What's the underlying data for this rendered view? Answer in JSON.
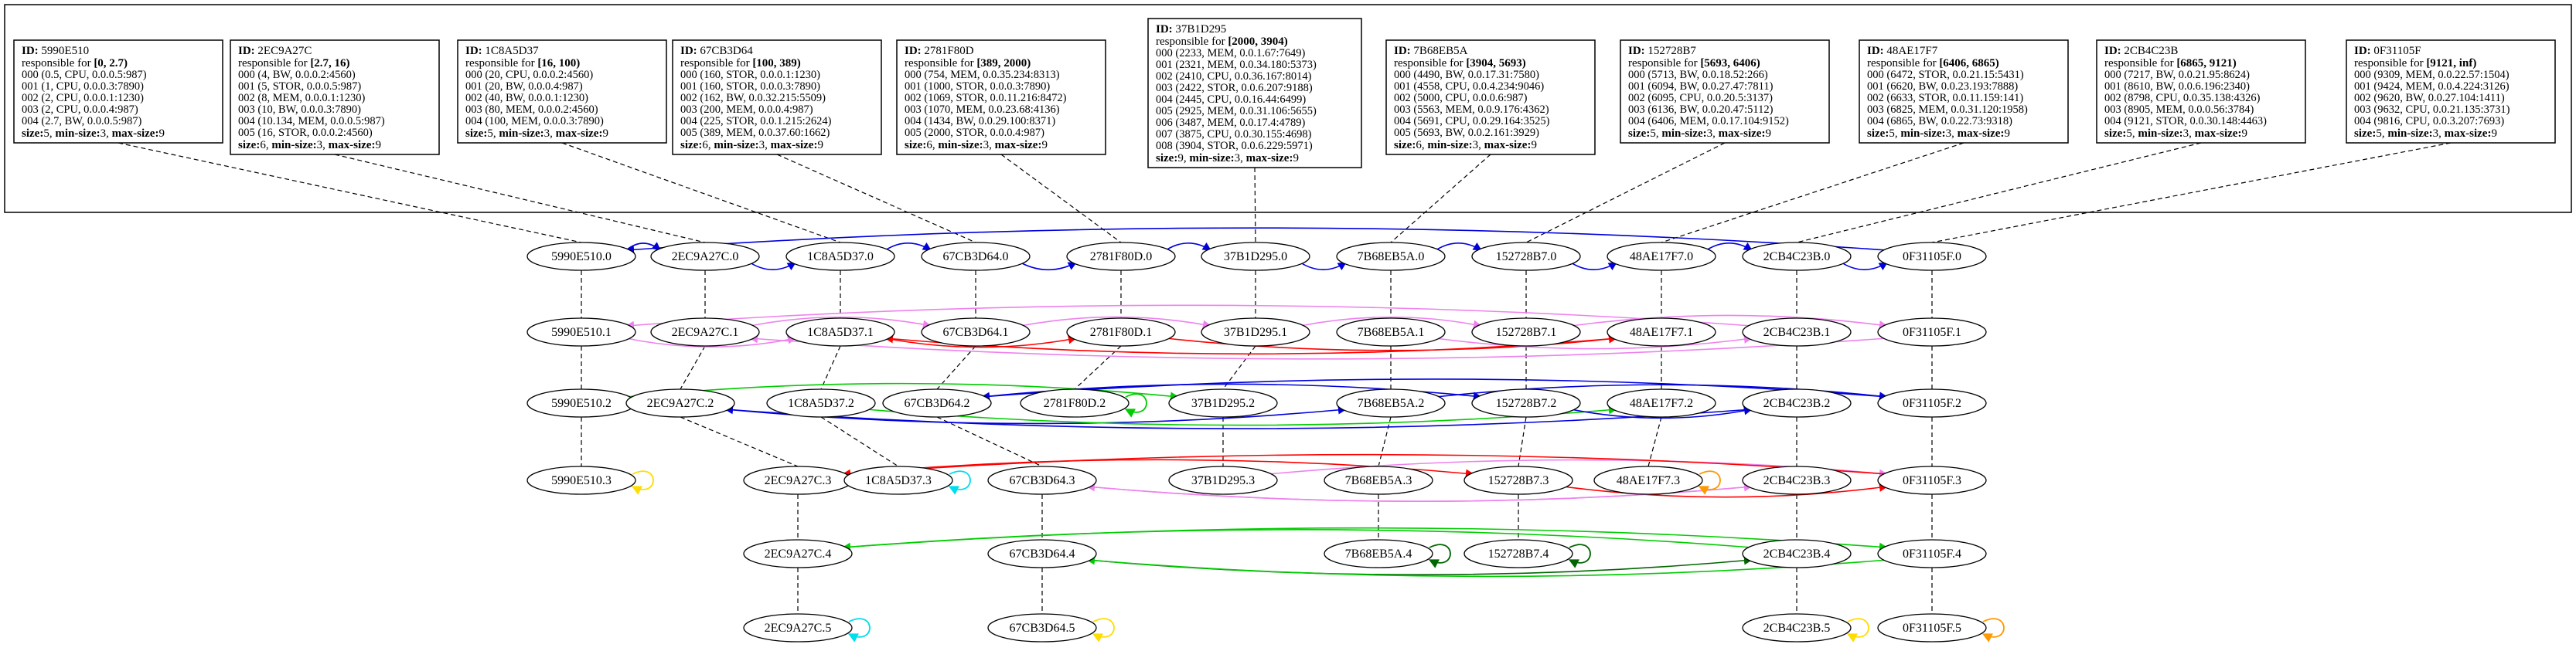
{
  "diagram": {
    "summaries": [
      {
        "key": "5990E510",
        "id": "5990E510",
        "range": "[0, 2.7)",
        "entries": [
          "000 (0.5, CPU, 0.0.0.5:987)",
          "001 (1, CPU, 0.0.0.3:7890)",
          "002 (2, CPU, 0.0.0.1:1230)",
          "003 (2, CPU, 0.0.0.4:987)",
          "004 (2.7, BW, 0.0.0.5:987)"
        ],
        "size": "5",
        "min": "3",
        "max": "9"
      },
      {
        "key": "2EC9A27C",
        "id": "2EC9A27C",
        "range": "[2.7, 16)",
        "entries": [
          "000 (4, BW, 0.0.0.2:4560)",
          "001 (5, STOR, 0.0.0.5:987)",
          "002 (8, MEM, 0.0.0.1:1230)",
          "003 (10, BW, 0.0.0.3:7890)",
          "004 (10.134, MEM, 0.0.0.5:987)",
          "005 (16, STOR, 0.0.0.2:4560)"
        ],
        "size": "6",
        "min": "3",
        "max": "9"
      },
      {
        "key": "1C8A5D37",
        "id": "1C8A5D37",
        "range": "[16, 100)",
        "entries": [
          "000 (20, CPU, 0.0.0.2:4560)",
          "001 (20, BW, 0.0.0.4:987)",
          "002 (40, BW, 0.0.0.1:1230)",
          "003 (80, MEM, 0.0.0.2:4560)",
          "004 (100, MEM, 0.0.0.3:7890)"
        ],
        "size": "5",
        "min": "3",
        "max": "9"
      },
      {
        "key": "67CB3D64",
        "id": "67CB3D64",
        "range": "[100, 389)",
        "entries": [
          "000 (160, STOR, 0.0.0.1:1230)",
          "001 (160, STOR, 0.0.0.3:7890)",
          "002 (162, BW, 0.0.32.215:5509)",
          "003 (200, MEM, 0.0.0.4:987)",
          "004 (225, STOR, 0.0.1.215:2624)",
          "005 (389, MEM, 0.0.37.60:1662)"
        ],
        "size": "6",
        "min": "3",
        "max": "9"
      },
      {
        "key": "2781F80D",
        "id": "2781F80D",
        "range": "[389, 2000)",
        "entries": [
          "000 (754, MEM, 0.0.35.234:8313)",
          "001 (1000, STOR, 0.0.0.3:7890)",
          "002 (1069, STOR, 0.0.11.216:8472)",
          "003 (1070, MEM, 0.0.23.68:4136)",
          "004 (1434, BW, 0.0.29.100:8371)",
          "005 (2000, STOR, 0.0.0.4:987)"
        ],
        "size": "6",
        "min": "3",
        "max": "9"
      },
      {
        "key": "37B1D295",
        "id": "37B1D295",
        "range": "[2000, 3904)",
        "entries": [
          "000 (2233, MEM, 0.0.1.67:7649)",
          "001 (2321, MEM, 0.0.34.180:5373)",
          "002 (2410, CPU, 0.0.36.167:8014)",
          "003 (2422, STOR, 0.0.6.207:9188)",
          "004 (2445, CPU, 0.0.16.44:6499)",
          "005 (2925, MEM, 0.0.31.106:5655)",
          "006 (3487, MEM, 0.0.17.4:4789)",
          "007 (3875, CPU, 0.0.30.155:4698)",
          "008 (3904, STOR, 0.0.6.229:5971)"
        ],
        "size": "9",
        "min": "3",
        "max": "9"
      },
      {
        "key": "7B68EB5A",
        "id": "7B68EB5A",
        "range": "[3904, 5693)",
        "entries": [
          "000 (4490, BW, 0.0.17.31:7580)",
          "001 (4558, CPU, 0.0.4.234:9046)",
          "002 (5000, CPU, 0.0.0.6:987)",
          "003 (5563, MEM, 0.0.9.176:4362)",
          "004 (5691, CPU, 0.0.29.164:3525)",
          "005 (5693, BW, 0.0.2.161:3929)"
        ],
        "size": "6",
        "min": "3",
        "max": "9"
      },
      {
        "key": "152728B7",
        "id": "152728B7",
        "range": "[5693, 6406)",
        "entries": [
          "000 (5713, BW, 0.0.18.52:266)",
          "001 (6094, BW, 0.0.27.47:7811)",
          "002 (6095, CPU, 0.0.20.5:3137)",
          "003 (6136, BW, 0.0.20.47:5112)",
          "004 (6406, MEM, 0.0.17.104:9152)"
        ],
        "size": "5",
        "min": "3",
        "max": "9"
      },
      {
        "key": "48AE17F7",
        "id": "48AE17F7",
        "range": "[6406, 6865)",
        "entries": [
          "000 (6472, STOR, 0.0.21.15:5431)",
          "001 (6620, BW, 0.0.23.193:7888)",
          "002 (6633, STOR, 0.0.11.159:141)",
          "003 (6825, MEM, 0.0.31.120:1958)",
          "004 (6865, BW, 0.0.22.73:9318)"
        ],
        "size": "5",
        "min": "3",
        "max": "9"
      },
      {
        "key": "2CB4C23B",
        "id": "2CB4C23B",
        "range": "[6865, 9121)",
        "entries": [
          "000 (7217, BW, 0.0.21.95:8624)",
          "001 (8610, BW, 0.0.6.196:2340)",
          "002 (8798, CPU, 0.0.35.138:4326)",
          "003 (8905, MEM, 0.0.0.56:3784)",
          "004 (9121, STOR, 0.0.30.148:4463)"
        ],
        "size": "5",
        "min": "3",
        "max": "9"
      },
      {
        "key": "0F31105F",
        "id": "0F31105F",
        "range": "[9121, inf)",
        "entries": [
          "000 (9309, MEM, 0.0.22.57:1504)",
          "001 (9424, MEM, 0.0.4.224:3126)",
          "002 (9620, BW, 0.0.27.104:1411)",
          "003 (9632, CPU, 0.0.21.135:3731)",
          "004 (9816, CPU, 0.0.3.207:7693)"
        ],
        "size": "5",
        "min": "3",
        "max": "9"
      }
    ],
    "summary_labels": {
      "id": "ID:",
      "responsible": "responsible for",
      "size": "size:",
      "min": "min-size:",
      "max": "max-size:"
    },
    "nodes": [
      "5990E510.0",
      "2EC9A27C.0",
      "1C8A5D37.0",
      "67CB3D64.0",
      "2781F80D.0",
      "37B1D295.0",
      "7B68EB5A.0",
      "152728B7.0",
      "48AE17F7.0",
      "2CB4C23B.0",
      "0F31105F.0",
      "5990E510.1",
      "2EC9A27C.1",
      "1C8A5D37.1",
      "67CB3D64.1",
      "2781F80D.1",
      "37B1D295.1",
      "7B68EB5A.1",
      "152728B7.1",
      "48AE17F7.1",
      "2CB4C23B.1",
      "0F31105F.1",
      "5990E510.2",
      "2EC9A27C.2",
      "1C8A5D37.2",
      "67CB3D64.2",
      "2781F80D.2",
      "37B1D295.2",
      "7B68EB5A.2",
      "152728B7.2",
      "48AE17F7.2",
      "2CB4C23B.2",
      "0F31105F.2",
      "5990E510.3",
      "2EC9A27C.3",
      "1C8A5D37.3",
      "67CB3D64.3",
      "37B1D295.3",
      "7B68EB5A.3",
      "152728B7.3",
      "48AE17F7.3",
      "2CB4C23B.3",
      "0F31105F.3",
      "2EC9A27C.4",
      "67CB3D64.4",
      "7B68EB5A.4",
      "152728B7.4",
      "2CB4C23B.4",
      "0F31105F.4",
      "2EC9A27C.5",
      "67CB3D64.5",
      "2CB4C23B.5",
      "0F31105F.5"
    ],
    "links": [
      {
        "from": "5990E510.0",
        "to": "2EC9A27C.0",
        "color": "#0000dd"
      },
      {
        "from": "2EC9A27C.0",
        "to": "1C8A5D37.0",
        "color": "#0000dd"
      },
      {
        "from": "1C8A5D37.0",
        "to": "67CB3D64.0",
        "color": "#0000dd"
      },
      {
        "from": "67CB3D64.0",
        "to": "2781F80D.0",
        "color": "#0000dd"
      },
      {
        "from": "2781F80D.0",
        "to": "37B1D295.0",
        "color": "#0000dd"
      },
      {
        "from": "37B1D295.0",
        "to": "7B68EB5A.0",
        "color": "#0000dd"
      },
      {
        "from": "7B68EB5A.0",
        "to": "152728B7.0",
        "color": "#0000dd"
      },
      {
        "from": "152728B7.0",
        "to": "48AE17F7.0",
        "color": "#0000dd"
      },
      {
        "from": "48AE17F7.0",
        "to": "2CB4C23B.0",
        "color": "#0000dd"
      },
      {
        "from": "2CB4C23B.0",
        "to": "0F31105F.0",
        "color": "#0000dd"
      },
      {
        "from": "0F31105F.0",
        "to": "5990E510.0",
        "color": "#0000dd"
      },
      {
        "from": "5990E510.1",
        "to": "1C8A5D37.1",
        "color": "#ee82ee"
      },
      {
        "from": "2EC9A27C.1",
        "to": "67CB3D64.1",
        "color": "#ee82ee"
      },
      {
        "from": "1C8A5D37.1",
        "to": "2781F80D.1",
        "color": "#ff0000"
      },
      {
        "from": "67CB3D64.1",
        "to": "37B1D295.1",
        "color": "#ee82ee"
      },
      {
        "from": "2781F80D.1",
        "to": "48AE17F7.1",
        "color": "#ff0000"
      },
      {
        "from": "37B1D295.1",
        "to": "152728B7.1",
        "color": "#ee82ee"
      },
      {
        "from": "7B68EB5A.1",
        "to": "2CB4C23B.1",
        "color": "#ee82ee"
      },
      {
        "from": "152728B7.1",
        "to": "0F31105F.1",
        "color": "#ee82ee"
      },
      {
        "from": "48AE17F7.1",
        "to": "1C8A5D37.1",
        "color": "#ff0000"
      },
      {
        "from": "2CB4C23B.1",
        "to": "5990E510.1",
        "color": "#ee82ee"
      },
      {
        "from": "0F31105F.1",
        "to": "2EC9A27C.1",
        "color": "#ee82ee"
      },
      {
        "from": "5990E510.2",
        "to": "37B1D295.2",
        "color": "#00cc00"
      },
      {
        "from": "2EC9A27C.2",
        "to": "7B68EB5A.2",
        "color": "#0000dd"
      },
      {
        "from": "67CB3D64.2",
        "to": "152728B7.2",
        "color": "#0000dd"
      },
      {
        "from": "1C8A5D37.2",
        "to": "48AE17F7.2",
        "color": "#00cc00"
      },
      {
        "from": "7B68EB5A.2",
        "to": "0F31105F.2",
        "color": "#0000dd"
      },
      {
        "from": "152728B7.2",
        "to": "2CB4C23B.2",
        "color": "#0000dd"
      },
      {
        "from": "0F31105F.2",
        "to": "67CB3D64.2",
        "color": "#0000dd"
      },
      {
        "from": "2CB4C23B.2",
        "to": "2EC9A27C.2",
        "color": "#0000dd"
      },
      {
        "from": "2EC9A27C.3",
        "to": "152728B7.3",
        "color": "#ff0000"
      },
      {
        "from": "67CB3D64.3",
        "to": "2CB4C23B.3",
        "color": "#ee82ee"
      },
      {
        "from": "37B1D295.3",
        "to": "0F31105F.3",
        "color": "#ee82ee"
      },
      {
        "from": "152728B7.3",
        "to": "0F31105F.3",
        "color": "#ff0000"
      },
      {
        "from": "0F31105F.3",
        "to": "2EC9A27C.3",
        "color": "#ff0000"
      },
      {
        "from": "2CB4C23B.3",
        "to": "67CB3D64.3",
        "color": "#ee82ee"
      },
      {
        "from": "2EC9A27C.4",
        "to": "0F31105F.4",
        "color": "#00cc00"
      },
      {
        "from": "67CB3D64.4",
        "to": "2CB4C23B.4",
        "color": "#006600"
      },
      {
        "from": "2CB4C23B.4",
        "to": "2EC9A27C.4",
        "color": "#00cc00"
      },
      {
        "from": "0F31105F.4",
        "to": "67CB3D64.4",
        "color": "#00cc00"
      }
    ],
    "self_loops": [
      {
        "node": "5990E510.3",
        "color": "#ffdd00"
      },
      {
        "node": "1C8A5D37.3",
        "color": "#00ddee"
      },
      {
        "node": "2781F80D.2",
        "color": "#00cc00"
      },
      {
        "node": "48AE17F7.3",
        "color": "#ff9900"
      },
      {
        "node": "7B68EB5A.4",
        "color": "#006600"
      },
      {
        "node": "152728B7.4",
        "color": "#006600"
      },
      {
        "node": "2EC9A27C.5",
        "color": "#00ddee"
      },
      {
        "node": "67CB3D64.5",
        "color": "#ffdd00"
      },
      {
        "node": "2CB4C23B.5",
        "color": "#ffdd00"
      },
      {
        "node": "0F31105F.5",
        "color": "#ff9900"
      }
    ]
  }
}
